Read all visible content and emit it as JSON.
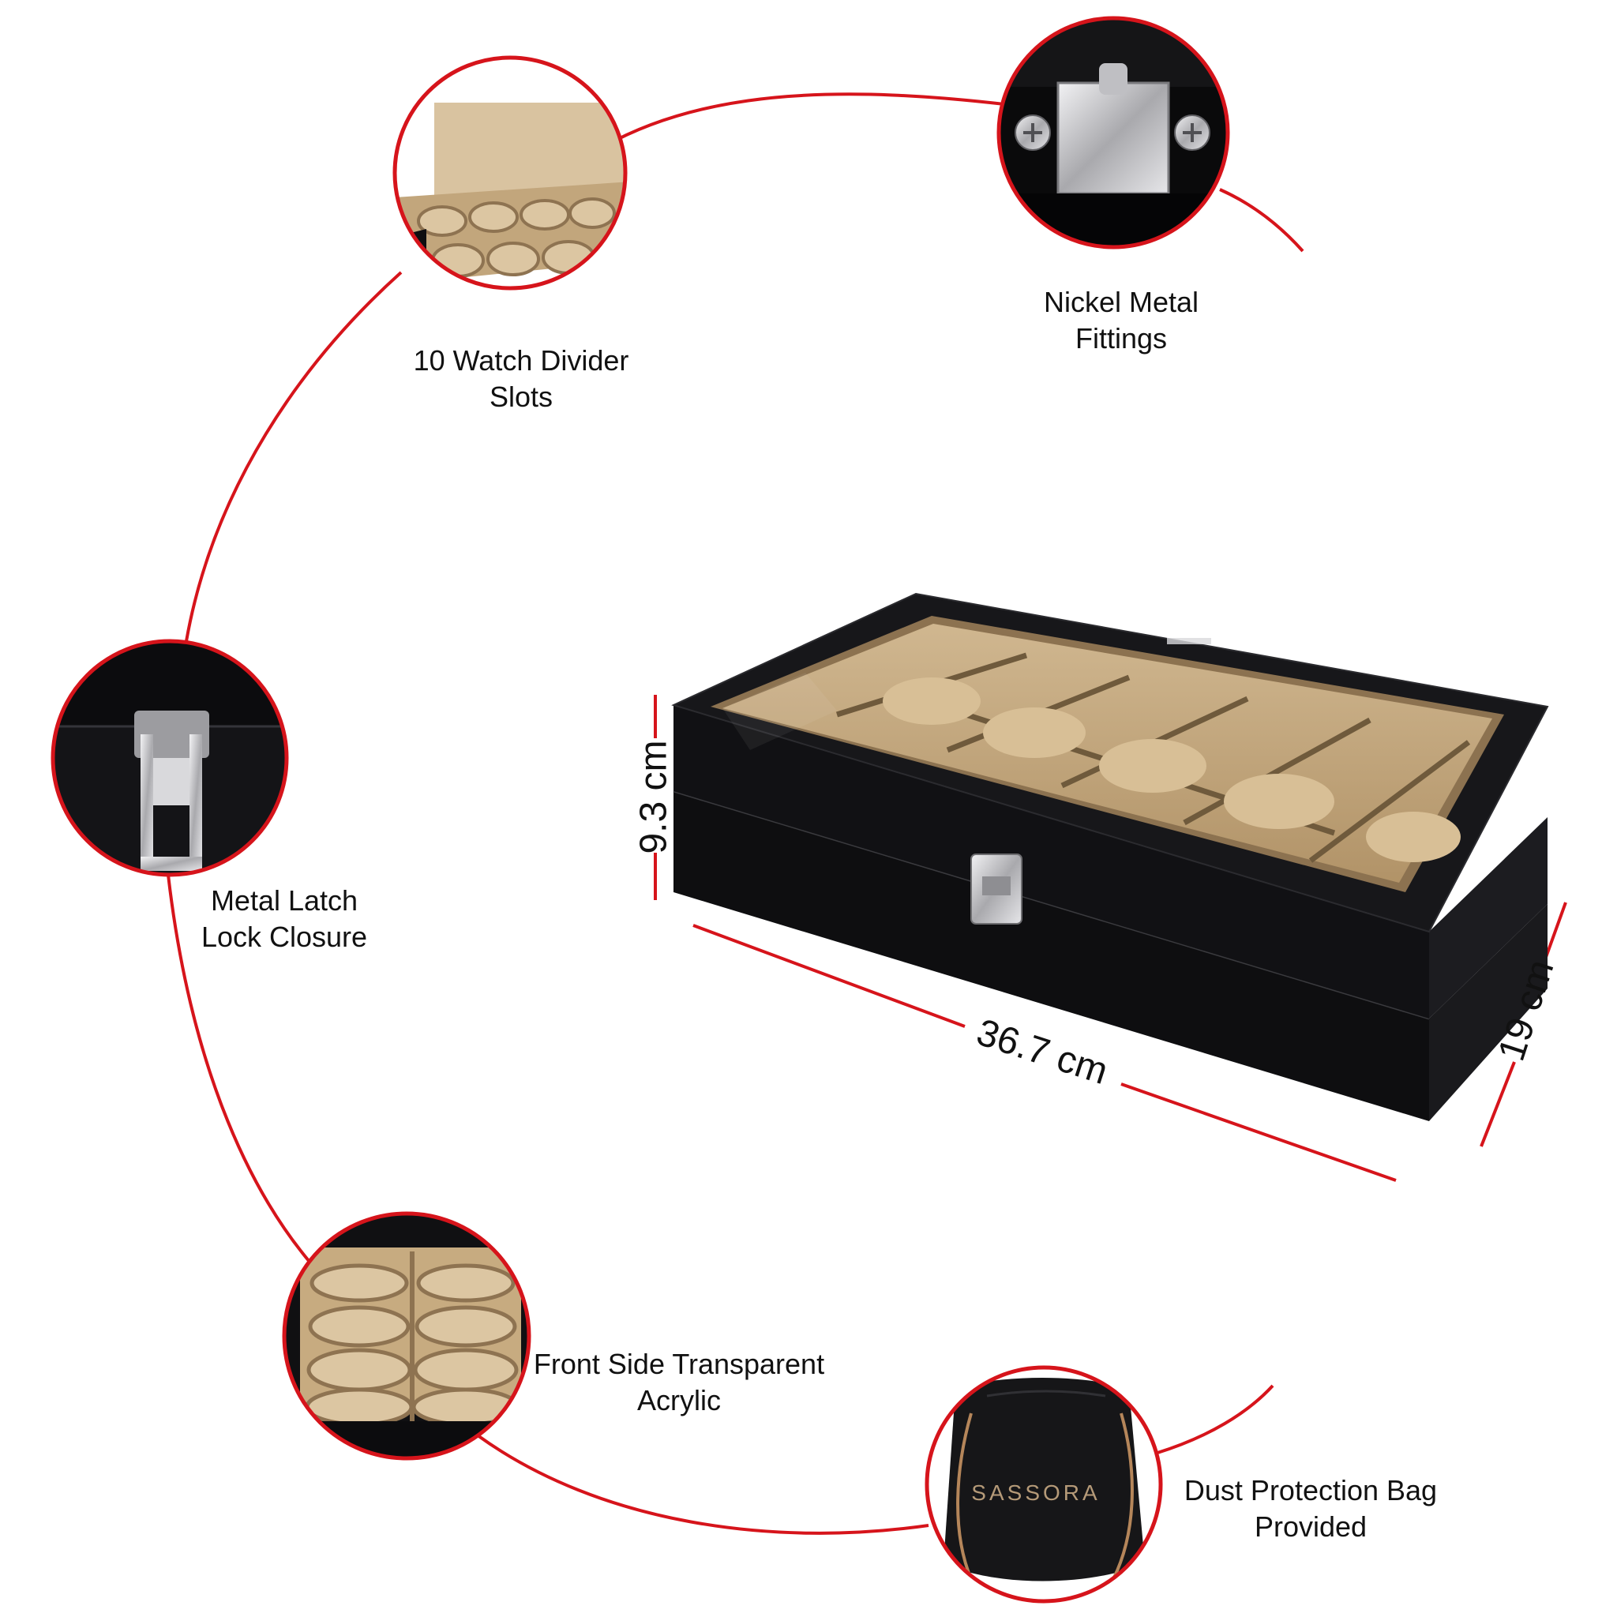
{
  "colors": {
    "accent_line": "#d6141b",
    "box_leather": "#0e0e10",
    "cushion": "#c8ad85",
    "metal": "#c9c9cc"
  },
  "features": [
    {
      "id": "slots",
      "icon": "divider-slots-icon",
      "line1": "10 Watch Divider",
      "line2": "Slots"
    },
    {
      "id": "fittings",
      "icon": "nickel-fitting-icon",
      "line1": "Nickel Metal",
      "line2": "Fittings"
    },
    {
      "id": "latch",
      "icon": "latch-icon",
      "line1": "Metal Latch",
      "line2": "Lock Closure"
    },
    {
      "id": "acrylic",
      "icon": "acrylic-front-icon",
      "line1": "Front Side Transparent",
      "line2": "Acrylic"
    },
    {
      "id": "bag",
      "icon": "dust-bag-icon",
      "line1": "Dust Protection Bag",
      "line2": "Provided"
    }
  ],
  "dimensions": {
    "height": "9.3 cm",
    "length": "36.7 cm",
    "depth": "19 cm"
  },
  "bag_brand": "SASSORA"
}
